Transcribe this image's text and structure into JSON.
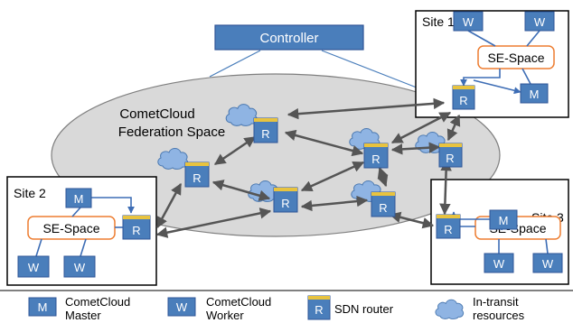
{
  "controller": {
    "label": "Controller"
  },
  "federation": {
    "line1": "CometCloud",
    "line2": "Federation Space"
  },
  "sites": {
    "site1": {
      "label": "Site 1",
      "space": "SE-Space"
    },
    "site2": {
      "label": "Site 2",
      "space": "SE-Space"
    },
    "site3": {
      "label": "Site 3",
      "space": "SE-Space"
    }
  },
  "node_letters": {
    "master": "M",
    "worker": "W",
    "router": "R"
  },
  "legend": {
    "master_line1": "CometCloud",
    "master_line2": "Master",
    "worker_line1": "CometCloud",
    "worker_line2": "Worker",
    "router": "SDN router",
    "resources_line1": "In-transit",
    "resources_line2": "resources"
  },
  "colors": {
    "node_fill": "#4a7ebb",
    "node_stroke": "#2f5597",
    "router_bar": "#e8c33f",
    "cloud_fill": "#8fb4e3",
    "cloud_stroke": "#4a78b0",
    "ellipse_fill": "#d9d9d9",
    "space_border": "#ed7d31",
    "arrow": "#555555",
    "link_blue": "#3d6db5"
  }
}
